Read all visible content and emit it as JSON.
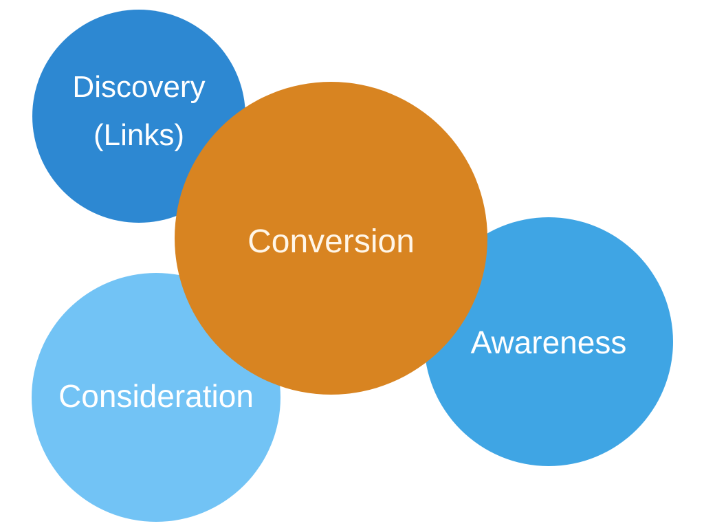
{
  "diagram": {
    "title": "",
    "type": "bubble-cluster",
    "nodes": [
      {
        "id": "discovery",
        "label": "Discovery\n(Links)",
        "color": "#2D88D2"
      },
      {
        "id": "conversion",
        "label": "Conversion",
        "color": "#D88421"
      },
      {
        "id": "awareness",
        "label": "Awareness",
        "color": "#3FA5E4"
      },
      {
        "id": "consideration",
        "label": "Consideration",
        "color": "#72C3F5"
      }
    ],
    "text_color": "#FFFFFF"
  }
}
